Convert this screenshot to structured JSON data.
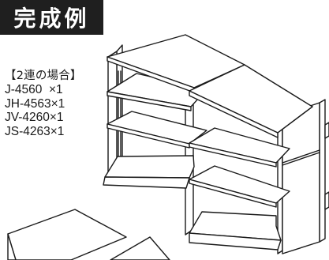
{
  "title_badge": "完成例",
  "parts_list": {
    "heading": "【2連の場合】",
    "items": [
      "J-4560  ×1",
      "JH-4563×1",
      "JV-4260×1",
      "JS-4263×1"
    ]
  },
  "colors": {
    "badge_bg": "#1f1f1f",
    "badge_text": "#ffffff",
    "line": "#1a1a1a"
  }
}
